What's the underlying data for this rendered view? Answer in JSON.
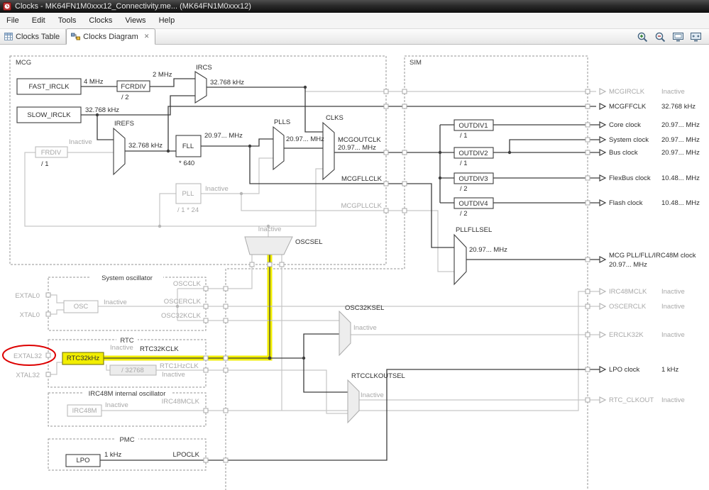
{
  "window": {
    "title": "Clocks - MK64FN1M0xxx12_Connectivity.me... (MK64FN1M0xxx12)"
  },
  "menu_bar": {
    "items": [
      "File",
      "Edit",
      "Tools",
      "Clocks",
      "Views",
      "Help"
    ]
  },
  "tab_bar": {
    "tabs": [
      {
        "label": "Clocks Table"
      },
      {
        "label": "Clocks Diagram"
      }
    ],
    "close_icon": "✕"
  },
  "diagram": {
    "groups": {
      "mcg": "MCG",
      "sim": "SIM",
      "system_oscillator": "System oscillator",
      "rtc": "RTC",
      "irc48m_oscillator": "IRC48M internal oscillator",
      "pmc": "PMC"
    },
    "nodes": {
      "fast_irclk": {
        "label": "FAST_IRCLK",
        "freq": "4 MHz"
      },
      "fcrdiv": {
        "label": "FCRDIV",
        "divider": "/ 2",
        "freq": "2 MHz"
      },
      "slow_irclk": {
        "label": "SLOW_IRCLK",
        "freq": "32.768 kHz"
      },
      "ircs": {
        "label": "IRCS",
        "freq": "32.768 kHz"
      },
      "irefs": {
        "label": "IREFS",
        "freq": "32.768 kHz"
      },
      "frdiv": {
        "label": "FRDIV",
        "divider": "/ 1",
        "status": "Inactive"
      },
      "fll": {
        "label": "FLL",
        "multiplier": "* 640",
        "freq": "20.97... MHz"
      },
      "pll": {
        "label": "PLL",
        "divider": "/ 1 * 24",
        "status": "Inactive"
      },
      "plls": {
        "label": "PLLS",
        "freq": "20.97... MHz"
      },
      "clks": {
        "label": "CLKS",
        "signal": "MCGOUTCLK",
        "freq": "20.97... MHz"
      },
      "oscsel": {
        "label": "OSCSEL",
        "status": "Inactive"
      },
      "outdiv1": {
        "label": "OUTDIV1",
        "divider": "/ 1"
      },
      "outdiv2": {
        "label": "OUTDIV2",
        "divider": "/ 1"
      },
      "outdiv3": {
        "label": "OUTDIV3",
        "divider": "/ 2"
      },
      "outdiv4": {
        "label": "OUTDIV4",
        "divider": "/ 2"
      },
      "pllfllsel": {
        "label": "PLLFLLSEL",
        "freq": "20.97... MHz"
      },
      "osc": {
        "label": "OSC",
        "status": "Inactive"
      },
      "osc32ksel": {
        "label": "OSC32KSEL",
        "status": "Inactive"
      },
      "rtc32khz": {
        "label": "RTC32kHz",
        "status": "Inactive",
        "signal": "RTC32KCLK"
      },
      "rtc_divider": {
        "label": "/ 32768",
        "signal": "RTC1HzCLK",
        "status": "Inactive"
      },
      "rtcclkoutsel": {
        "label": "RTCCLKOUTSEL",
        "status": "Inactive"
      },
      "irc48m": {
        "label": "IRC48M",
        "status": "Inactive",
        "signal": "IRC48MCLK"
      },
      "lpo": {
        "label": "LPO",
        "freq": "1 kHz",
        "signal": "LPOCLK"
      }
    },
    "signals": {
      "mcgfllclk": "MCGFLLCLK",
      "mcgpllclk": "MCGPLLCLK",
      "oscclk": "OSCCLK",
      "oscerclk": "OSCERCLK",
      "osc32kclk": "OSC32KCLK"
    },
    "pins": {
      "extal0": "EXTAL0",
      "xtal0": "XTAL0",
      "extal32": "EXTAL32",
      "xtal32": "XTAL32"
    },
    "outputs": [
      {
        "label": "MCGIRCLK",
        "value": "Inactive",
        "active": false
      },
      {
        "label": "MCGFFCLK",
        "value": "32.768 kHz",
        "active": true
      },
      {
        "label": "Core clock",
        "value": "20.97... MHz",
        "active": true
      },
      {
        "label": "System clock",
        "value": "20.97... MHz",
        "active": true
      },
      {
        "label": "Bus clock",
        "value": "20.97... MHz",
        "active": true
      },
      {
        "label": "FlexBus clock",
        "value": "10.48... MHz",
        "active": true
      },
      {
        "label": "Flash clock",
        "value": "10.48... MHz",
        "active": true
      },
      {
        "label": "MCG PLL/FLL/IRC48M clock",
        "value": "20.97... MHz",
        "active": true
      },
      {
        "label": "IRC48MCLK",
        "value": "Inactive",
        "active": false
      },
      {
        "label": "OSCERCLK",
        "value": "Inactive",
        "active": false
      },
      {
        "label": "ERCLK32K",
        "value": "Inactive",
        "active": false
      },
      {
        "label": "LPO clock",
        "value": "1 kHz",
        "active": true
      },
      {
        "label": "RTC_CLKOUT",
        "value": "Inactive",
        "active": false
      }
    ],
    "colors": {
      "active_wire": "#3d3d3d",
      "inactive_wire": "#c6c6c6",
      "highlight": "#f2ee00",
      "annotation": "#dd0000"
    }
  }
}
